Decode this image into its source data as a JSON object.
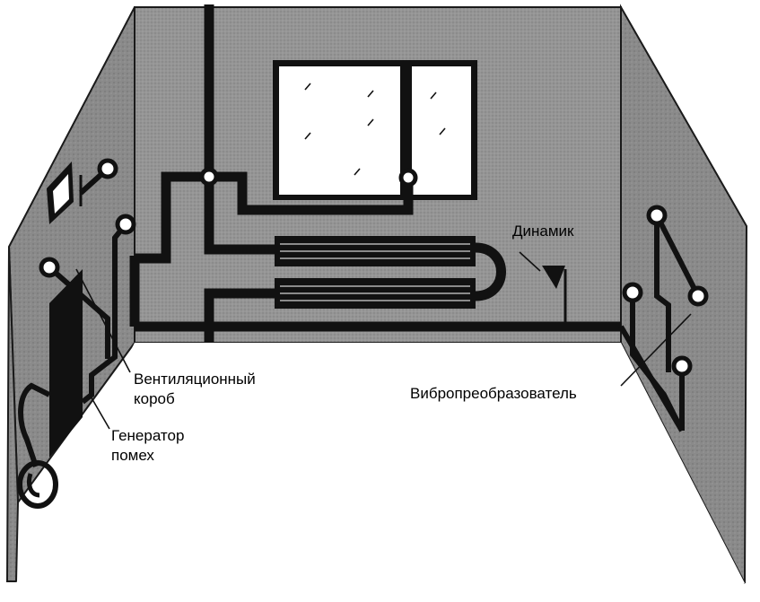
{
  "labels": {
    "speaker": "Динамик",
    "vent_duct_line1": "Вентиляционный",
    "vent_duct_line2": "короб",
    "noise_gen_line1": "Генератор",
    "noise_gen_line2": "помех",
    "vibro": "Вибропреобразователь"
  },
  "colors": {
    "wall": "#9a9a9a",
    "wall_side": "#8e8e8e",
    "window": "#ffffff",
    "pipe": "#111111",
    "node_fill": "#ffffff"
  },
  "icons": [
    "window-icon",
    "radiator-icon",
    "speaker-icon",
    "noise-generator-icon",
    "vibration-transducer-icon",
    "wall-socket-icon"
  ]
}
